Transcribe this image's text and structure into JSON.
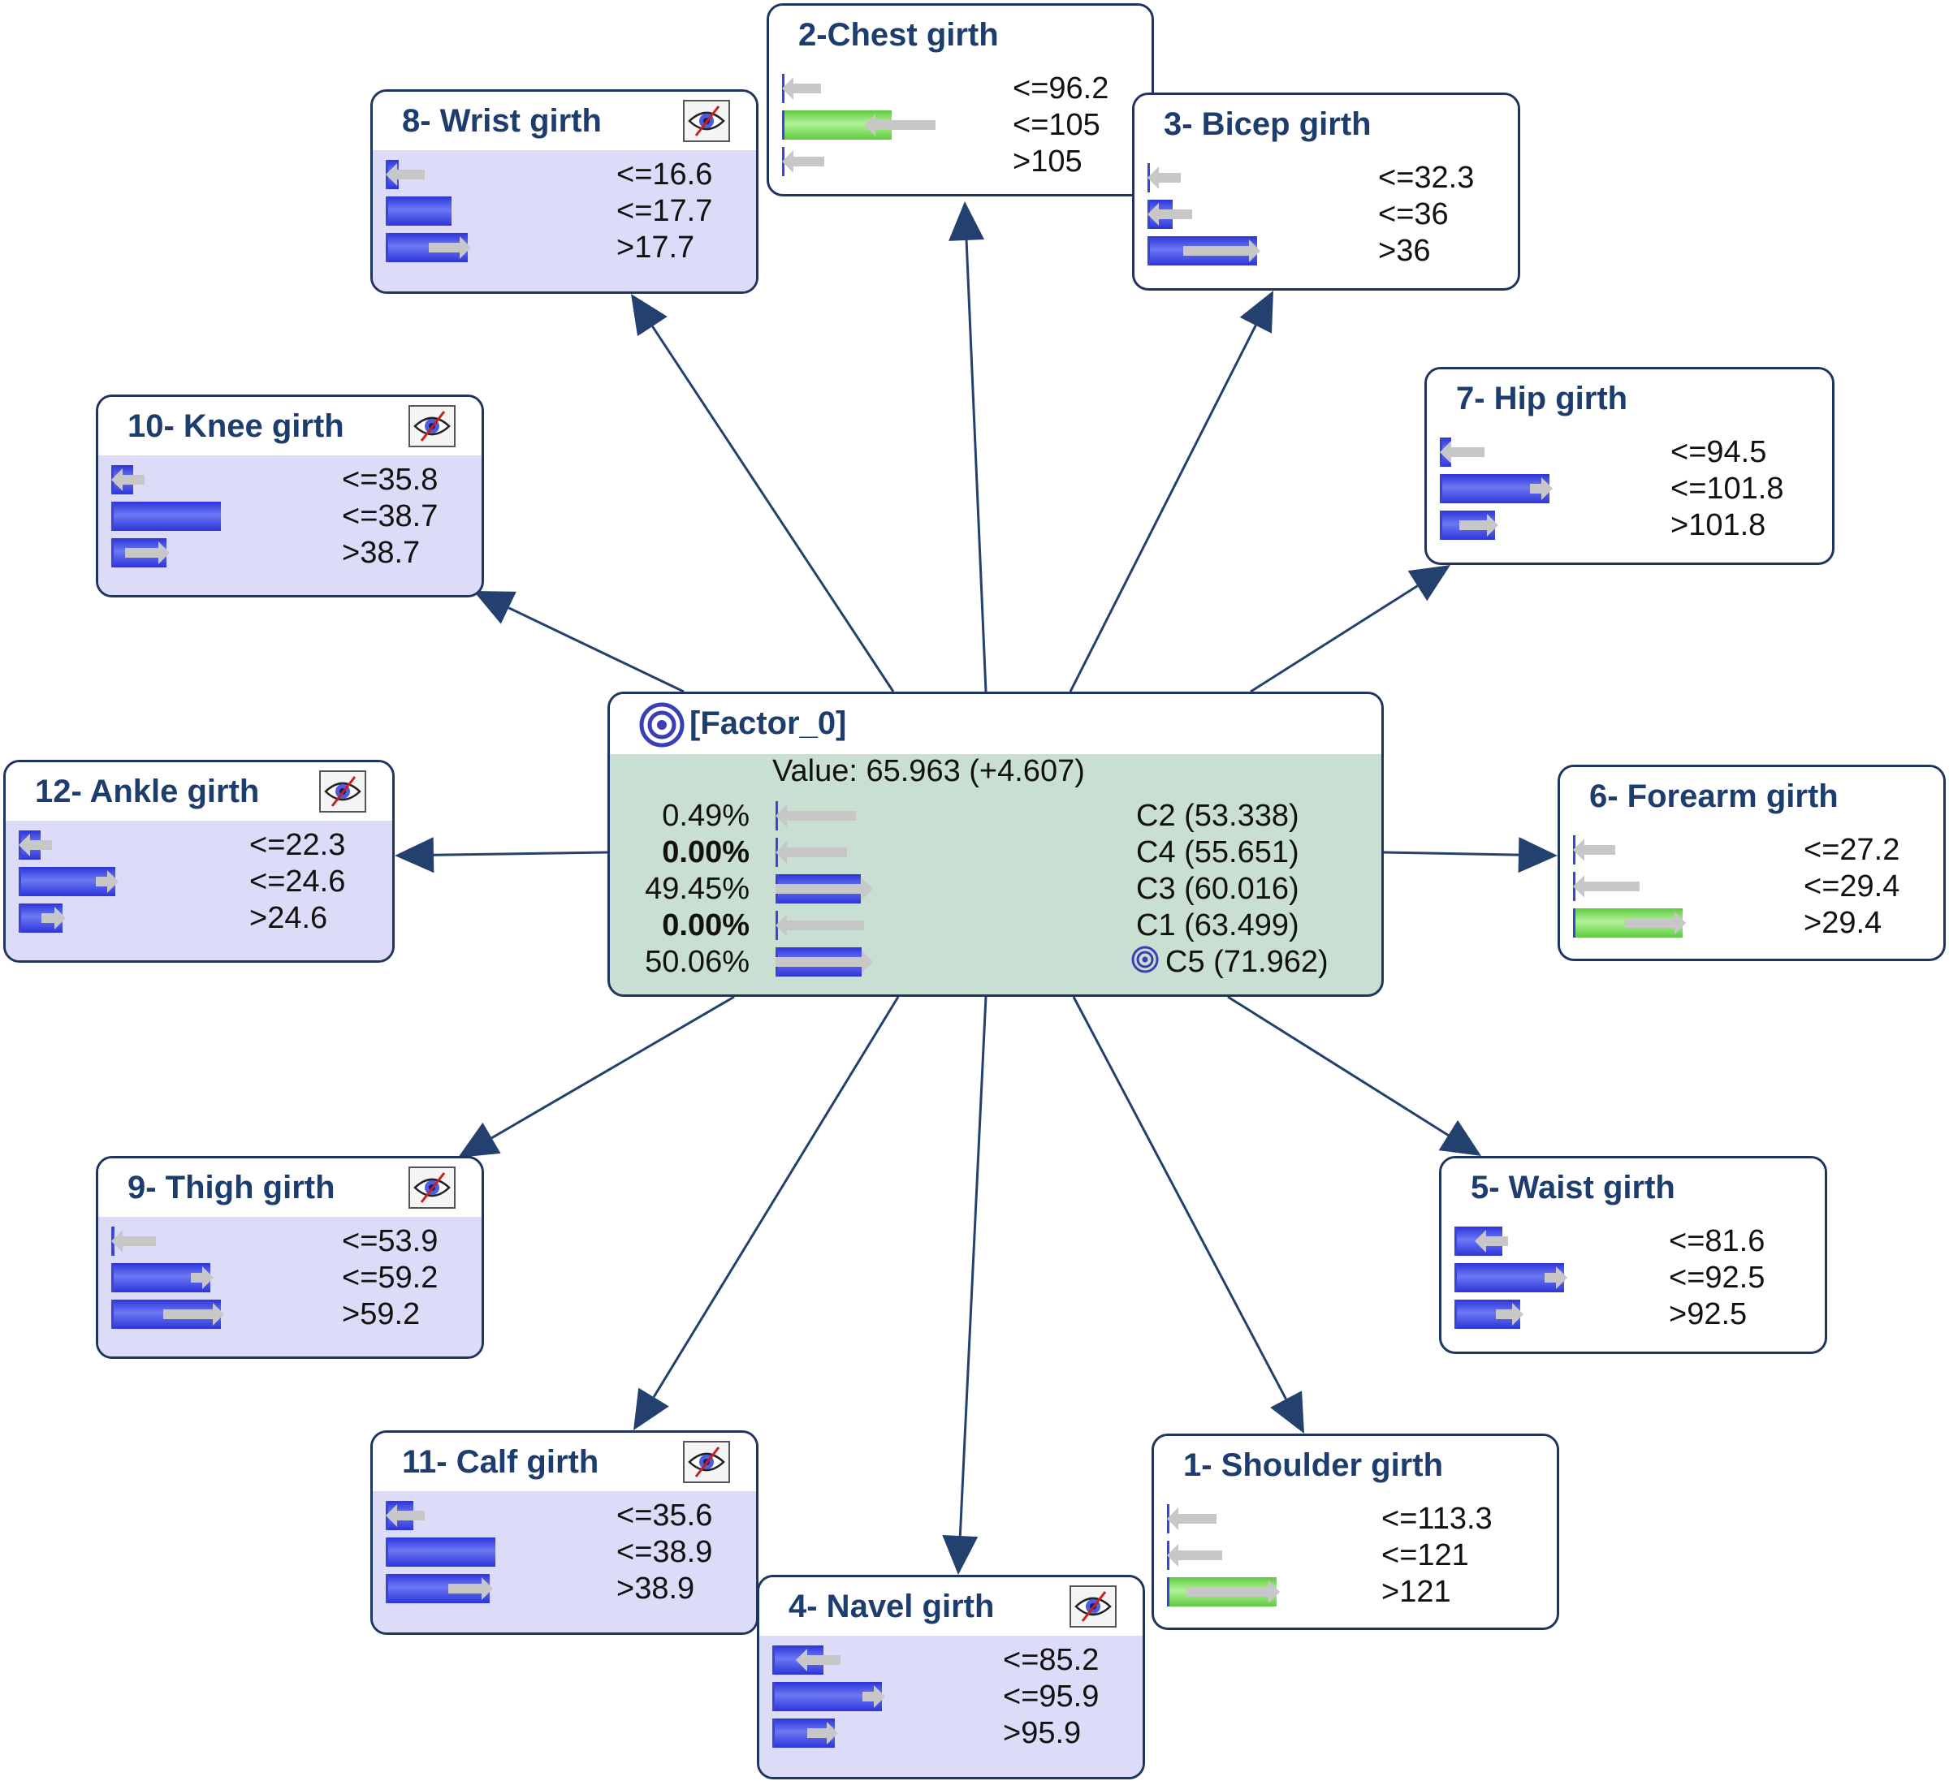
{
  "center": {
    "title": "[Factor_0]",
    "value_text": "Value: 65.963 (+4.607)",
    "states": [
      {
        "pct": "0.49%",
        "bold": false,
        "label": "C2 (53.338)",
        "fill": 0.0049,
        "arrow": "left",
        "arrow_len": 0.4,
        "target": false
      },
      {
        "pct": "0.00%",
        "bold": true,
        "label": "C4 (55.651)",
        "fill": 0,
        "arrow": "left",
        "arrow_len": 0.35,
        "target": false
      },
      {
        "pct": "49.45%",
        "bold": false,
        "label": "C3 (60.016)",
        "fill": 0.4945,
        "arrow": "right",
        "arrow_len": 0.5,
        "target": false
      },
      {
        "pct": "0.00%",
        "bold": true,
        "label": "C1 (63.499)",
        "fill": 0,
        "arrow": "left",
        "arrow_len": 0.45,
        "target": false
      },
      {
        "pct": "50.06%",
        "bold": false,
        "label": "C5 (71.962)",
        "fill": 0.5006,
        "arrow": "right",
        "arrow_len": 0.5,
        "target": true
      }
    ]
  },
  "nodes": [
    {
      "id": "chest",
      "title": "2-Chest girth",
      "hidden": false,
      "color": "green",
      "states": [
        {
          "label": "<=96.2",
          "fill": 0,
          "arrow": "left",
          "arrow_len": 0.25
        },
        {
          "label": "<=105",
          "fill": 1.0,
          "arrow": "left",
          "arrow_len": 0.55
        },
        {
          "label": ">105",
          "fill": 0,
          "arrow": "left",
          "arrow_len": 0.28
        }
      ]
    },
    {
      "id": "wrist",
      "title": "8- Wrist girth",
      "hidden": true,
      "color": "blue",
      "states": [
        {
          "label": "<=16.6",
          "fill": 0.12,
          "arrow": "left",
          "arrow_len": 0.25
        },
        {
          "label": "<=17.7",
          "fill": 0.6,
          "arrow": "none",
          "arrow_len": 0
        },
        {
          "label": ">17.7",
          "fill": 0.75,
          "arrow": "right",
          "arrow_len": 0.28
        }
      ]
    },
    {
      "id": "bicep",
      "title": "3- Bicep girth",
      "hidden": false,
      "color": "blue",
      "states": [
        {
          "label": "<=32.3",
          "fill": 0.02,
          "arrow": "left",
          "arrow_len": 0.2
        },
        {
          "label": "<=36",
          "fill": 0.23,
          "arrow": "left",
          "arrow_len": 0.3
        },
        {
          "label": ">36",
          "fill": 1.0,
          "arrow": "right",
          "arrow_len": 0.6
        }
      ]
    },
    {
      "id": "hip",
      "title": "7- Hip girth",
      "hidden": false,
      "color": "blue",
      "states": [
        {
          "label": "<=94.5",
          "fill": 0.1,
          "arrow": "left",
          "arrow_len": 0.3
        },
        {
          "label": "<=101.8",
          "fill": 1.0,
          "arrow": "right",
          "arrow_len": 0.05
        },
        {
          "label": ">101.8",
          "fill": 0.5,
          "arrow": "right",
          "arrow_len": 0.25
        }
      ]
    },
    {
      "id": "knee",
      "title": "10- Knee girth",
      "hidden": true,
      "color": "blue",
      "states": [
        {
          "label": "<=35.8",
          "fill": 0.2,
          "arrow": "left",
          "arrow_len": 0.2
        },
        {
          "label": "<=38.7",
          "fill": 1.0,
          "arrow": "none",
          "arrow_len": 0
        },
        {
          "label": ">38.7",
          "fill": 0.5,
          "arrow": "right",
          "arrow_len": 0.3
        }
      ]
    },
    {
      "id": "forearm",
      "title": "6- Forearm girth",
      "hidden": false,
      "color": "green",
      "states": [
        {
          "label": "<=27.2",
          "fill": 0,
          "arrow": "left",
          "arrow_len": 0.28
        },
        {
          "label": "<=29.4",
          "fill": 0,
          "arrow": "left",
          "arrow_len": 0.5
        },
        {
          "label": ">29.4",
          "fill": 1.0,
          "arrow": "right",
          "arrow_len": 0.45
        }
      ]
    },
    {
      "id": "ankle",
      "title": "12- Ankle girth",
      "hidden": true,
      "color": "blue",
      "states": [
        {
          "label": "<=22.3",
          "fill": 0.2,
          "arrow": "left",
          "arrow_len": 0.2
        },
        {
          "label": "<=24.6",
          "fill": 0.88,
          "arrow": "right",
          "arrow_len": 0.1
        },
        {
          "label": ">24.6",
          "fill": 0.4,
          "arrow": "right",
          "arrow_len": 0.12
        }
      ]
    },
    {
      "id": "waist",
      "title": "5- Waist girth",
      "hidden": false,
      "color": "blue",
      "states": [
        {
          "label": "<=81.6",
          "fill": 0.44,
          "arrow": "left",
          "arrow_len": 0.2
        },
        {
          "label": "<=92.5",
          "fill": 1.0,
          "arrow": "right",
          "arrow_len": 0.05
        },
        {
          "label": ">92.5",
          "fill": 0.6,
          "arrow": "right",
          "arrow_len": 0.15
        }
      ]
    },
    {
      "id": "thigh",
      "title": "9- Thigh girth",
      "hidden": true,
      "color": "blue",
      "states": [
        {
          "label": "<=53.9",
          "fill": 0.03,
          "arrow": "left",
          "arrow_len": 0.3
        },
        {
          "label": "<=59.2",
          "fill": 0.9,
          "arrow": "right",
          "arrow_len": 0.05
        },
        {
          "label": ">59.2",
          "fill": 1.0,
          "arrow": "right",
          "arrow_len": 0.45
        }
      ]
    },
    {
      "id": "calf",
      "title": "11- Calf girth",
      "hidden": true,
      "color": "blue",
      "states": [
        {
          "label": "<=35.6",
          "fill": 0.25,
          "arrow": "left",
          "arrow_len": 0.25
        },
        {
          "label": "<=38.9",
          "fill": 1.0,
          "arrow": "none",
          "arrow_len": 0
        },
        {
          "label": ">38.9",
          "fill": 0.95,
          "arrow": "right",
          "arrow_len": 0.3
        }
      ]
    },
    {
      "id": "shoulder",
      "title": "1- Shoulder girth",
      "hidden": false,
      "color": "green",
      "states": [
        {
          "label": "<=113.3",
          "fill": 0,
          "arrow": "left",
          "arrow_len": 0.35
        },
        {
          "label": "<=121",
          "fill": 0,
          "arrow": "left",
          "arrow_len": 0.4
        },
        {
          "label": ">121",
          "fill": 1.0,
          "arrow": "right",
          "arrow_len": 0.75
        }
      ]
    },
    {
      "id": "navel",
      "title": "4- Navel girth",
      "hidden": true,
      "color": "blue",
      "states": [
        {
          "label": "<=85.2",
          "fill": 0.47,
          "arrow": "left",
          "arrow_len": 0.3
        },
        {
          "label": "<=95.9",
          "fill": 1.0,
          "arrow": "right",
          "arrow_len": 0.05
        },
        {
          "label": ">95.9",
          "fill": 0.57,
          "arrow": "right",
          "arrow_len": 0.18
        }
      ]
    }
  ],
  "colors": {
    "edge": "#24406e",
    "node_border": "#1f3560",
    "title": "#1d3d6e",
    "center_fill": "#c9dfd2",
    "hidden_fill": "#dcdcf8"
  },
  "icons": {
    "target": "target-icon",
    "hidden": "eye-slash-icon"
  }
}
